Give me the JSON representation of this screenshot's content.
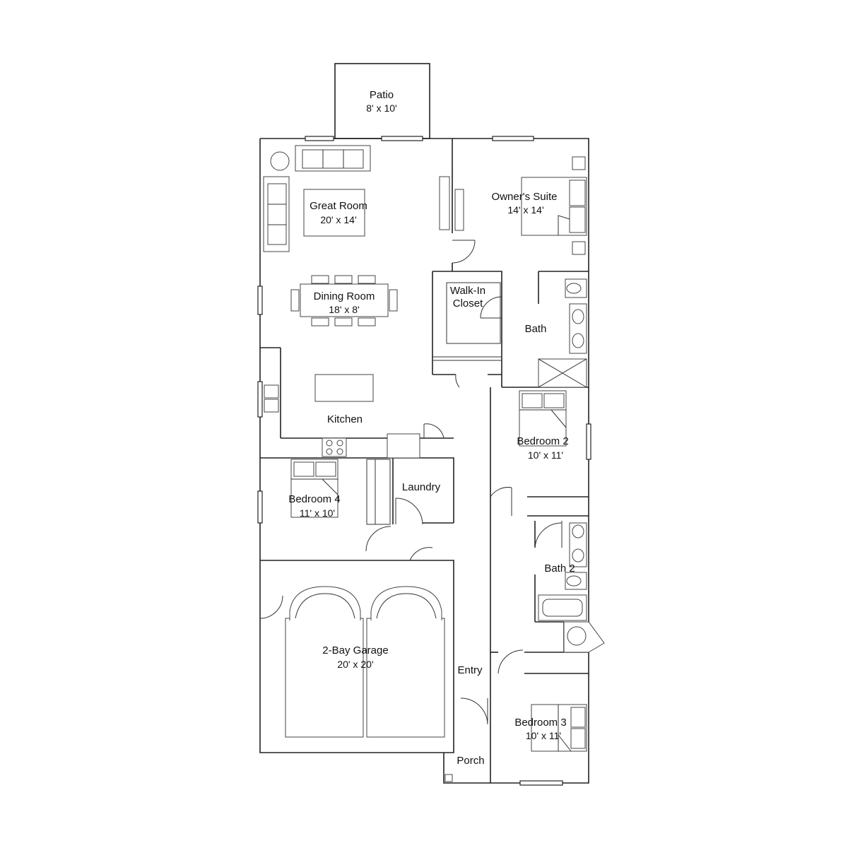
{
  "rooms": {
    "patio": {
      "name": "Patio",
      "size": "8' x 10'"
    },
    "great_room": {
      "name": "Great Room",
      "size": "20' x 14'"
    },
    "owners_suite": {
      "name": "Owner's Suite",
      "size": "14' x 14'"
    },
    "dining_room": {
      "name": "Dining Room",
      "size": "18' x 8'"
    },
    "walk_in_closet": {
      "name_line1": "Walk-In",
      "name_line2": "Closet"
    },
    "bath": {
      "name": "Bath"
    },
    "kitchen": {
      "name": "Kitchen"
    },
    "bedroom_2": {
      "name": "Bedroom 2",
      "size": "10' x 11'"
    },
    "laundry": {
      "name": "Laundry"
    },
    "bedroom_4": {
      "name": "Bedroom 4",
      "size": "11' x 10'"
    },
    "bath_2": {
      "name": "Bath 2"
    },
    "garage": {
      "name": "2-Bay Garage",
      "size": "20' x 20'"
    },
    "entry": {
      "name": "Entry"
    },
    "bedroom_3": {
      "name": "Bedroom 3",
      "size": "10' x 11'"
    },
    "porch": {
      "name": "Porch"
    }
  }
}
